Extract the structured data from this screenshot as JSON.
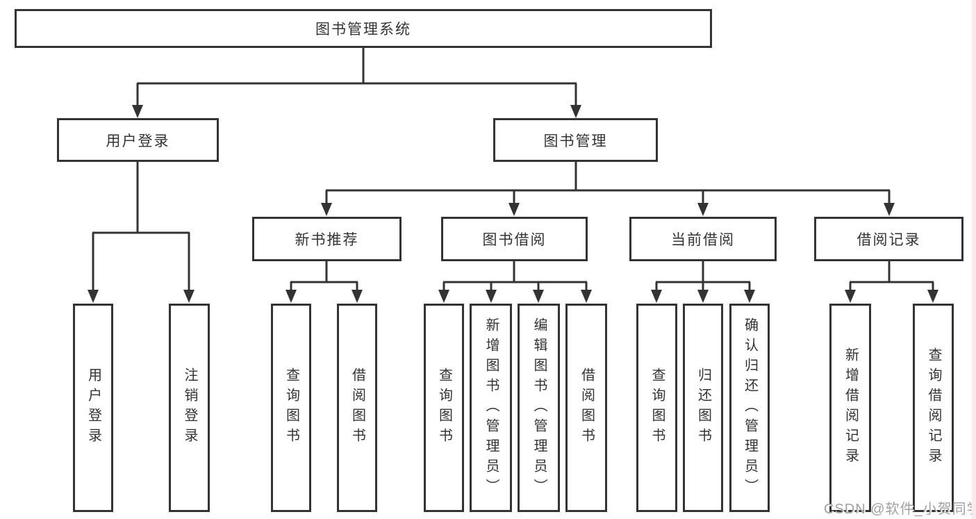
{
  "tree": {
    "label": "图书管理系统",
    "children": [
      {
        "label": "用户登录",
        "children": [
          {
            "label": "用户登录"
          },
          {
            "label": "注销登录"
          }
        ]
      },
      {
        "label": "图书管理",
        "children": [
          {
            "label": "新书推荐",
            "children": [
              {
                "label": "查询图书"
              },
              {
                "label": "借阅图书"
              }
            ]
          },
          {
            "label": "图书借阅",
            "children": [
              {
                "label": "查询图书"
              },
              {
                "label": "新增图书（管理员）"
              },
              {
                "label": "编辑图书（管理员）"
              },
              {
                "label": "借阅图书"
              }
            ]
          },
          {
            "label": "当前借阅",
            "children": [
              {
                "label": "查询图书"
              },
              {
                "label": "归还图书"
              },
              {
                "label": "确认归还（管理员）"
              }
            ]
          },
          {
            "label": "借阅记录",
            "children": [
              {
                "label": "新增借阅记录"
              },
              {
                "label": "查询借阅记录"
              }
            ]
          }
        ]
      }
    ]
  },
  "watermark": {
    "text": "CSDN @软件_小贺同学"
  },
  "colors": {
    "line": "#333333",
    "box_border": "#333333",
    "box_background": "#ffffff",
    "text": "#333333",
    "watermark_text": "#a0a0a0",
    "right_edge_strip": "#fbe9ec",
    "page_background": "#ffffff"
  }
}
